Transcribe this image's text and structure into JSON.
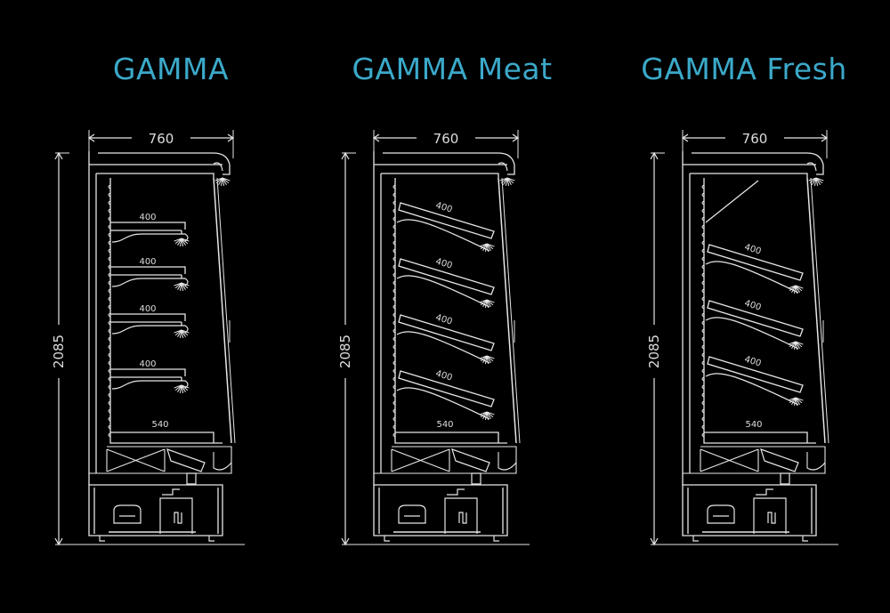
{
  "panels": [
    {
      "title": "GAMMA",
      "width_label": "760",
      "height_label": "2085",
      "shelf_style": "flat",
      "shelves": [
        "400",
        "400",
        "400",
        "400"
      ],
      "base_label": "540"
    },
    {
      "title": "GAMMA Meat",
      "width_label": "760",
      "height_label": "2085",
      "shelf_style": "tilted",
      "shelves": [
        "400",
        "400",
        "400",
        "400"
      ],
      "base_label": "540"
    },
    {
      "title": "GAMMA Fresh",
      "width_label": "760",
      "height_label": "2085",
      "shelf_style": "tilted",
      "shelves": [
        "400",
        "400",
        "400"
      ],
      "base_label": "540"
    }
  ],
  "colors": {
    "title": "#3ba9c9",
    "line": "#e6e6e6",
    "background": "#000000"
  }
}
